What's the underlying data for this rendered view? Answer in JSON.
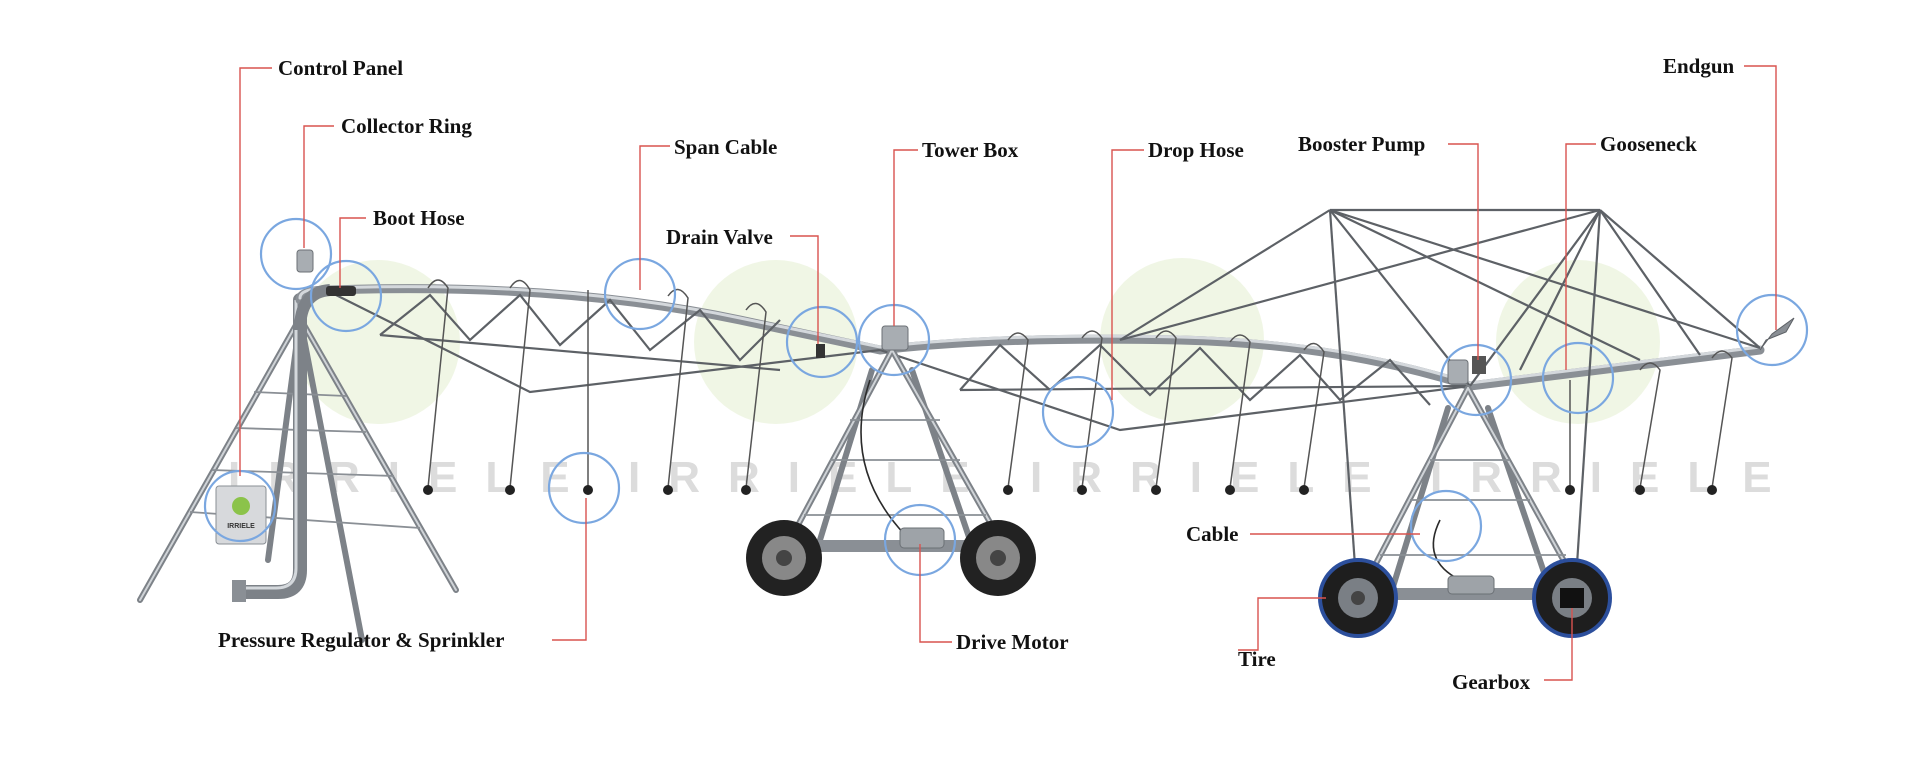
{
  "labels": {
    "control_panel": "Control Panel",
    "collector_ring": "Collector Ring",
    "boot_hose": "Boot Hose",
    "span_cable": "Span Cable",
    "drain_valve": "Drain Valve",
    "tower_box": "Tower Box",
    "drop_hose": "Drop Hose",
    "booster_pump": "Booster Pump",
    "gooseneck": "Gooseneck",
    "endgun": "Endgun",
    "pressure_regulator_sprinkler": "Pressure Regulator & Sprinkler",
    "drive_motor": "Drive Motor",
    "cable": "Cable",
    "tire": "Tire",
    "gearbox": "Gearbox"
  },
  "watermark": {
    "text": "IRRIELE",
    "logo_text": "IRRIELE"
  },
  "colors": {
    "leader_line": "#d9534f",
    "highlight_circle": "#7aa7e0",
    "logo_green": "#8bc34a",
    "logo_background": "#e3eed0",
    "steel": "#8a8f95",
    "tire_rubber": "#1e1e1e",
    "tire_blue_rim": "#2c4f9c",
    "label_text": "#111111"
  }
}
